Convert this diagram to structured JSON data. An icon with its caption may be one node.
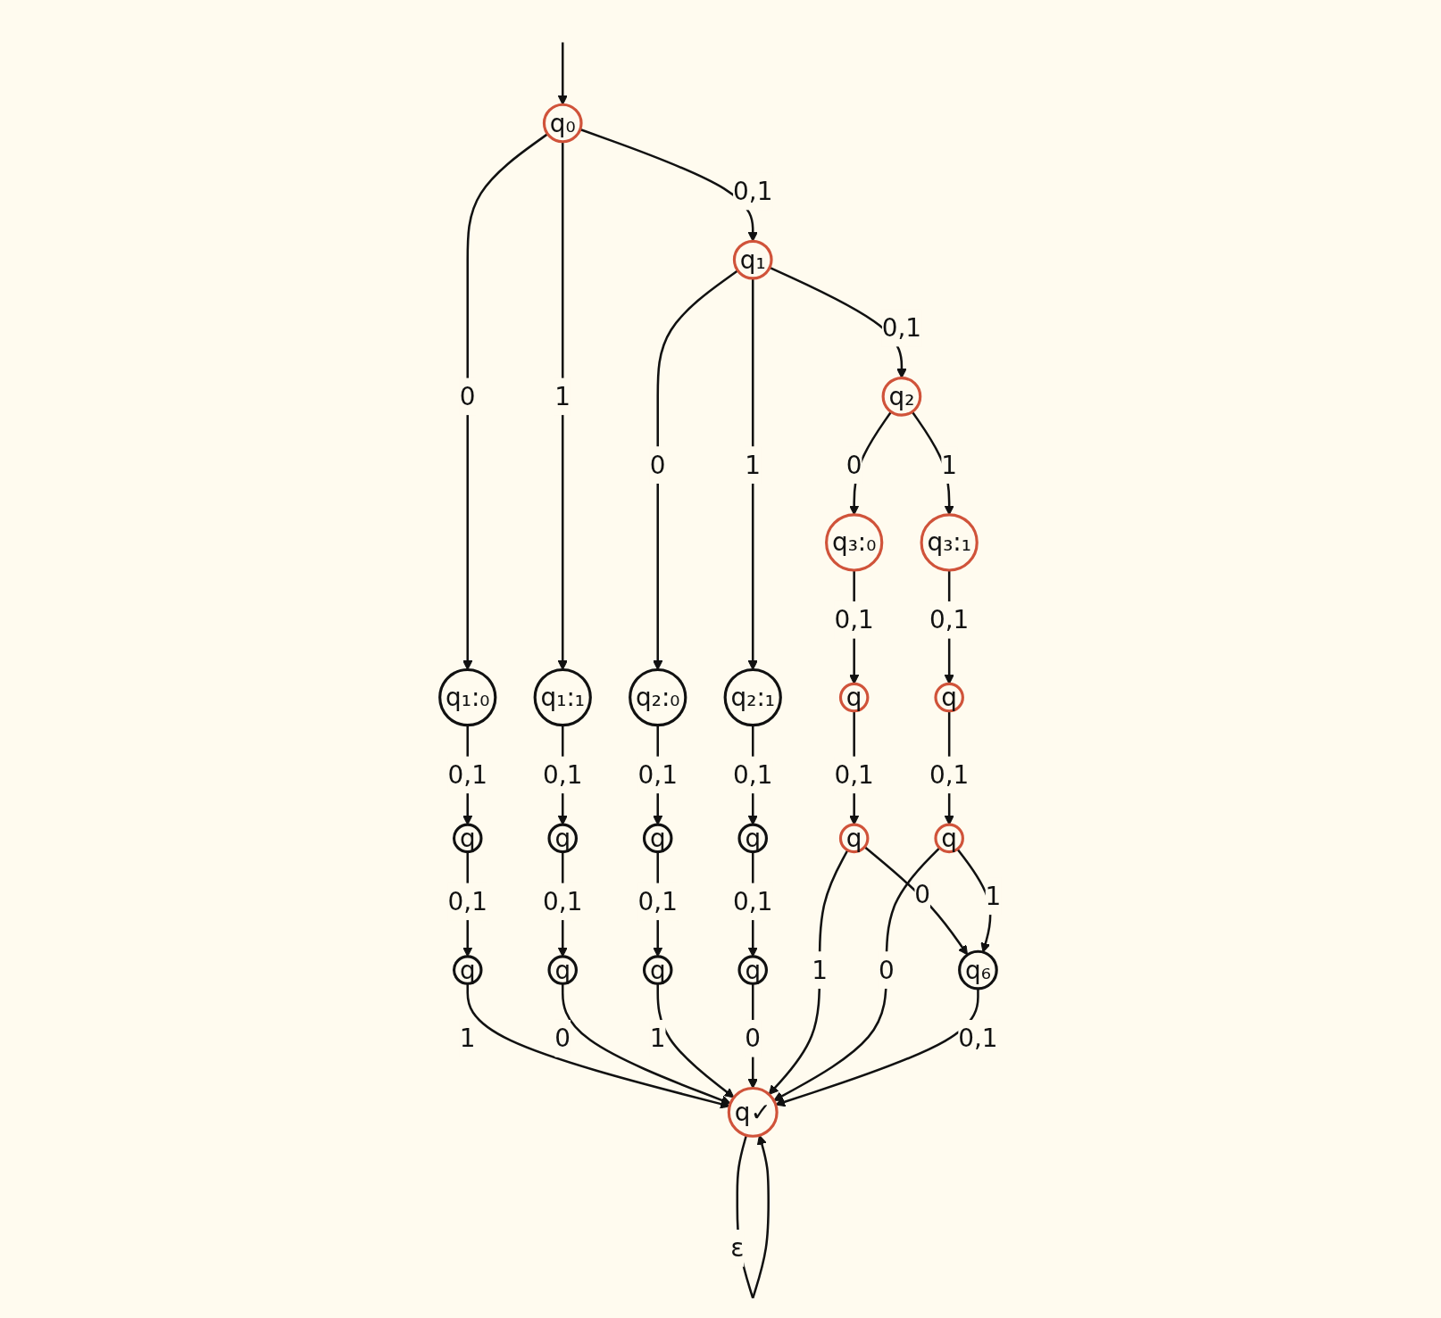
{
  "diagram": {
    "nodes": [
      {
        "text": [
          "q₀"
        ]
      },
      {
        "text": [
          "q₁"
        ]
      },
      {
        "text": [
          "q₂"
        ]
      },
      {
        "text": [
          "q₁:₀"
        ]
      },
      {
        "text": [
          "q₁:₁"
        ]
      },
      {
        "text": [
          "q₂:₀"
        ]
      },
      {
        "text": [
          "q₂:₁"
        ]
      },
      {
        "text": [
          "q₃:₀"
        ]
      },
      {
        "text": [
          "q₃:₁"
        ]
      },
      {
        "text": [
          "q"
        ]
      },
      {
        "text": [
          "q"
        ]
      },
      {
        "text": [
          "q"
        ]
      },
      {
        "text": [
          "q"
        ]
      },
      {
        "text": [
          "q"
        ]
      },
      {
        "text": [
          "q"
        ]
      },
      {
        "text": [
          "q"
        ]
      },
      {
        "text": [
          "q"
        ]
      },
      {
        "text": [
          "q"
        ]
      },
      {
        "text": [
          "q"
        ]
      },
      {
        "text": [
          "q"
        ]
      },
      {
        "text": [
          "q"
        ]
      },
      {
        "text": [
          "q₆"
        ]
      },
      {
        "text": [
          "q✓"
        ]
      }
    ],
    "edges": [
      {
        "from": null,
        "to": 0,
        "arrow": "to"
      },
      {
        "from": 0,
        "to": 1,
        "label": "0,1",
        "arrow": "to"
      },
      {
        "from": 1,
        "to": 2,
        "label": "0,1",
        "arrow": "to"
      },
      {
        "from": 0,
        "to": 3,
        "label": "0",
        "arrow": "to"
      },
      {
        "from": 0,
        "to": 4,
        "label": "1",
        "arrow": "to"
      },
      {
        "from": 1,
        "to": 5,
        "label": "0",
        "arrow": "to"
      },
      {
        "from": 1,
        "to": 6,
        "label": "1",
        "arrow": "to"
      },
      {
        "from": 2,
        "to": 7,
        "label": "0",
        "arrow": "to"
      },
      {
        "from": 2,
        "to": 8,
        "label": "1",
        "arrow": "to"
      },
      {
        "from": 3,
        "to": 9,
        "label": "0,1",
        "arrow": "to"
      },
      {
        "from": 4,
        "to": 10,
        "label": "0,1",
        "arrow": "to"
      },
      {
        "from": 5,
        "to": 11,
        "label": "0,1",
        "arrow": "to"
      },
      {
        "from": 6,
        "to": 12,
        "label": "0,1",
        "arrow": "to"
      },
      {
        "from": 7,
        "to": 13,
        "label": "0,1",
        "arrow": "to"
      },
      {
        "from": 8,
        "to": 14,
        "label": "0,1",
        "arrow": "to"
      },
      {
        "from": 9,
        "to": 15,
        "label": "0,1",
        "arrow": "to"
      },
      {
        "from": 10,
        "to": 16,
        "label": "0,1",
        "arrow": "to"
      },
      {
        "from": 11,
        "to": 17,
        "label": "0,1",
        "arrow": "to"
      },
      {
        "from": 12,
        "to": 18,
        "label": "0,1",
        "arrow": "to"
      },
      {
        "from": 13,
        "to": 19,
        "label": "0,1",
        "arrow": "to"
      },
      {
        "from": 14,
        "to": 20,
        "label": "0,1",
        "arrow": "to"
      },
      {
        "from": 15,
        "to": 22,
        "label": "1",
        "arrow": "to"
      },
      {
        "from": 16,
        "to": 22,
        "label": "0",
        "arrow": "to"
      },
      {
        "from": 17,
        "to": 22,
        "label": "1",
        "arrow": "to"
      },
      {
        "from": 18,
        "to": 22,
        "label": "0",
        "arrow": "to"
      },
      {
        "from": 19,
        "to": 22,
        "label": "1",
        "arrow": "to"
      },
      {
        "from": 20,
        "to": 22,
        "label": "0",
        "arrow": "to"
      },
      {
        "from": 19,
        "to": 21,
        "label": "0",
        "arrow": "to"
      },
      {
        "from": 20,
        "to": 21,
        "label": "1",
        "arrow": "to"
      },
      {
        "from": 21,
        "to": 22,
        "label": "0,1",
        "arrow": "to"
      },
      {
        "from": 22,
        "to": 22,
        "label": "ε",
        "arrow": "to"
      }
    ]
  }
}
